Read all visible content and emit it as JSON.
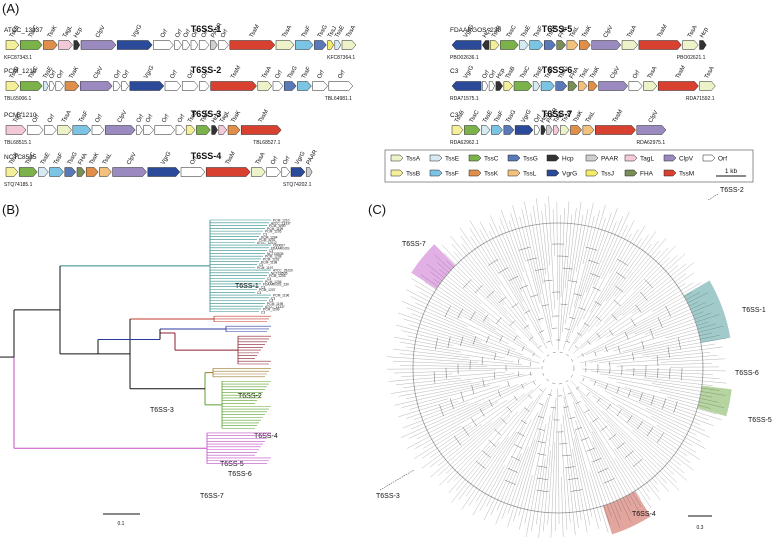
{
  "panels": {
    "a": "(A)",
    "b": "(B)",
    "c": "(C)"
  },
  "colors": {
    "TssA": "#eef2c9",
    "TssB": "#f4f09a",
    "TssC": "#7bb24a",
    "TssE": "#d6eaf4",
    "TssF": "#7cc4e4",
    "TssG": "#5a79b8",
    "TssK": "#e08f4a",
    "TssL": "#f2c17e",
    "TssM": "#d8412f",
    "Hcp": "#333333",
    "VgrG": "#2c4a9a",
    "PAAR": "#cfcfcf",
    "TssJ": "#f4ec6a",
    "TagL": "#f3c9d9",
    "FHA": "#7a8f58",
    "ClpV": "#9a8ac0",
    "Orf": "#ffffff",
    "T1": "#2e8b8b",
    "T2": "#c0392b",
    "T3": "#2b3aa0",
    "T4": "#8b1f2f",
    "T5": "#9a7a2a",
    "T6": "#5aa02c",
    "T7": "#c24fc8",
    "root": "#111111"
  },
  "clusters": [
    {
      "title": "T6SS-1",
      "strain": "ATCC_13337",
      "acc_left": "KFC87343.1",
      "acc_right": "KFC87364.1",
      "genes": [
        {
          "n": "TssB",
          "t": "TssB",
          "w": 13,
          "d": "r"
        },
        {
          "n": "TssC",
          "t": "TssC",
          "w": 22,
          "d": "r"
        },
        {
          "n": "TssK",
          "t": "TssK",
          "w": 14,
          "d": "r"
        },
        {
          "n": "TagL",
          "t": "TagL",
          "w": 14,
          "d": "r"
        },
        {
          "n": "Hcp",
          "t": "Hcp",
          "w": 6,
          "d": "r"
        },
        {
          "n": "ClpV",
          "t": "ClpV",
          "w": 35,
          "d": "r"
        },
        {
          "n": "VgrG",
          "t": "VgrG",
          "w": 35,
          "d": "r"
        },
        {
          "n": "Orf",
          "t": "Orf",
          "w": 20,
          "d": "r"
        },
        {
          "n": "Orf",
          "t": "Orf",
          "w": 7,
          "d": "r"
        },
        {
          "n": "Orf",
          "t": "Orf",
          "w": 7,
          "d": "r"
        },
        {
          "n": "Orf",
          "t": "Orf",
          "w": 7,
          "d": "r"
        },
        {
          "n": "Orf",
          "t": "Orf",
          "w": 10,
          "d": "r"
        },
        {
          "n": "PAAR",
          "t": "PAAR",
          "w": 7,
          "d": "r"
        },
        {
          "n": "Orf",
          "t": "Orf",
          "w": 10,
          "d": "r"
        },
        {
          "n": "TssM",
          "t": "TssM",
          "w": 45,
          "d": "r"
        },
        {
          "n": "TssA",
          "t": "TssA",
          "w": 18,
          "d": "r"
        },
        {
          "n": "TssF",
          "t": "TssF",
          "w": 18,
          "d": "r"
        },
        {
          "n": "TssG",
          "t": "TssG",
          "w": 12,
          "d": "r"
        },
        {
          "n": "TssJ",
          "t": "TssJ",
          "w": 6,
          "d": "r"
        },
        {
          "n": "TssE",
          "t": "TssE",
          "w": 6,
          "d": "r"
        },
        {
          "n": "TssA",
          "t": "TssA",
          "w": 14,
          "d": "r"
        }
      ]
    },
    {
      "title": "T6SS-2",
      "strain": "PCM_1210",
      "acc_left": "TBL65006.1",
      "acc_right": "TBL64981.1",
      "genes": [
        {
          "n": "TssB",
          "t": "TssB",
          "w": 13,
          "d": "r"
        },
        {
          "n": "TssC",
          "t": "TssC",
          "w": 22,
          "d": "r"
        },
        {
          "n": "TssE",
          "t": "TssE",
          "w": 5,
          "d": "r"
        },
        {
          "n": "Orf",
          "t": "Orf",
          "w": 5,
          "d": "r"
        },
        {
          "n": "Orf",
          "t": "Orf",
          "w": 8,
          "d": "r"
        },
        {
          "n": "TssK",
          "t": "TssK",
          "w": 14,
          "d": "r"
        },
        {
          "n": "ClpV",
          "t": "ClpV",
          "w": 32,
          "d": "r"
        },
        {
          "n": "Orf",
          "t": "Orf",
          "w": 7,
          "d": "r"
        },
        {
          "n": "Orf",
          "t": "Orf",
          "w": 7,
          "d": "r"
        },
        {
          "n": "VgrG",
          "t": "VgrG",
          "w": 34,
          "d": "r"
        },
        {
          "n": "Orf",
          "t": "Orf",
          "w": 16,
          "d": "r"
        },
        {
          "n": "Orf",
          "t": "Orf",
          "w": 16,
          "d": "r"
        },
        {
          "n": "Orf",
          "t": "Orf",
          "w": 10,
          "d": "r"
        },
        {
          "n": "TssM",
          "t": "TssM",
          "w": 46,
          "d": "r"
        },
        {
          "n": "TssA",
          "t": "TssA",
          "w": 14,
          "d": "r"
        },
        {
          "n": "Orf",
          "t": "Orf",
          "w": 10,
          "d": "r"
        },
        {
          "n": "TssG",
          "t": "TssG",
          "w": 12,
          "d": "r"
        },
        {
          "n": "TssF",
          "t": "TssF",
          "w": 14,
          "d": "r"
        },
        {
          "n": "Orf",
          "t": "Orf",
          "w": 15,
          "d": "r"
        },
        {
          "n": "Orf",
          "t": "Orf",
          "w": 24,
          "d": "r"
        }
      ]
    },
    {
      "title": "T6SS-3",
      "strain": "PCM_1210",
      "acc_left": "TBL68515.1",
      "acc_right": "TBL68527.1",
      "genes": [
        {
          "n": "TagL",
          "t": "TagL",
          "w": 20,
          "d": "r"
        },
        {
          "n": "Orf",
          "t": "Orf",
          "w": 16,
          "d": "r"
        },
        {
          "n": "Orf",
          "t": "Orf",
          "w": 12,
          "d": "r"
        },
        {
          "n": "TssA",
          "t": "TssA",
          "w": 14,
          "d": "r"
        },
        {
          "n": "TssF",
          "t": "TssF",
          "w": 18,
          "d": "r"
        },
        {
          "n": "Orf",
          "t": "Orf",
          "w": 12,
          "d": "r"
        },
        {
          "n": "ClpV",
          "t": "ClpV",
          "w": 30,
          "d": "r"
        },
        {
          "n": "Orf",
          "t": "Orf",
          "w": 6,
          "d": "r"
        },
        {
          "n": "Orf",
          "t": "Orf",
          "w": 10,
          "d": "r"
        },
        {
          "n": "Orf",
          "t": "Orf",
          "w": 20,
          "d": "r"
        },
        {
          "n": "Orf",
          "t": "Orf",
          "w": 9,
          "d": "r"
        },
        {
          "n": "TssB",
          "t": "TssB",
          "w": 9,
          "d": "r"
        },
        {
          "n": "TssC",
          "t": "TssC",
          "w": 14,
          "d": "r"
        },
        {
          "n": "Hcp",
          "t": "Hcp",
          "w": 6,
          "d": "r"
        },
        {
          "n": "TagL",
          "t": "TagL",
          "w": 8,
          "d": "r"
        },
        {
          "n": "TssK",
          "t": "TssK",
          "w": 12,
          "d": "r"
        },
        {
          "n": "TssM",
          "t": "TssM",
          "w": 40,
          "d": "r"
        }
      ]
    },
    {
      "title": "T6SS-4",
      "strain": "NCTC8535",
      "acc_left": "STQ74185.1",
      "acc_right": "STQ74202.1",
      "genes": [
        {
          "n": "TssB",
          "t": "TssB",
          "w": 12,
          "d": "r"
        },
        {
          "n": "TssC",
          "t": "TssC",
          "w": 18,
          "d": "r"
        },
        {
          "n": "TssE",
          "t": "TssE",
          "w": 10,
          "d": "r"
        },
        {
          "n": "TssF",
          "t": "TssF",
          "w": 14,
          "d": "r"
        },
        {
          "n": "TssG",
          "t": "TssG",
          "w": 11,
          "d": "r"
        },
        {
          "n": "FHA",
          "t": "FHA",
          "w": 8,
          "d": "r"
        },
        {
          "n": "TssK",
          "t": "TssK",
          "w": 12,
          "d": "r"
        },
        {
          "n": "TssL",
          "t": "TssL",
          "w": 12,
          "d": "r"
        },
        {
          "n": "ClpV",
          "t": "ClpV",
          "w": 34,
          "d": "r"
        },
        {
          "n": "VgrG",
          "t": "VgrG",
          "w": 32,
          "d": "r"
        },
        {
          "n": "Orf",
          "t": "Orf",
          "w": 24,
          "d": "r"
        },
        {
          "n": "TssM",
          "t": "TssM",
          "w": 44,
          "d": "r"
        },
        {
          "n": "TssA",
          "t": "TssA",
          "w": 14,
          "d": "r"
        },
        {
          "n": "Orf",
          "t": "Orf",
          "w": 14,
          "d": "r"
        },
        {
          "n": "Orf",
          "t": "Orf",
          "w": 8,
          "d": "r"
        },
        {
          "n": "VgrG",
          "t": "VgrG",
          "w": 14,
          "d": "r"
        },
        {
          "n": "PAAR",
          "t": "PAAR",
          "w": 6,
          "d": "r"
        }
      ]
    },
    {
      "title": "T6SS-5",
      "strain": "FDAARGOS_230",
      "acc_left": "PBO02636.1",
      "acc_right": "PBO02621.1",
      "genes": [
        {
          "n": "VgrG",
          "t": "VgrG",
          "w": 26,
          "d": "l"
        },
        {
          "n": "Hcp",
          "t": "Hcp",
          "w": 6,
          "d": "l"
        },
        {
          "n": "TssB",
          "t": "TssB",
          "w": 8,
          "d": "r"
        },
        {
          "n": "TssC",
          "t": "TssC",
          "w": 16,
          "d": "r"
        },
        {
          "n": "TssE",
          "t": "TssE",
          "w": 8,
          "d": "r"
        },
        {
          "n": "TssF",
          "t": "TssF",
          "w": 12,
          "d": "r"
        },
        {
          "n": "TssG",
          "t": "TssG",
          "w": 10,
          "d": "r"
        },
        {
          "n": "FHA",
          "t": "FHA",
          "w": 8,
          "d": "r"
        },
        {
          "n": "TssL",
          "t": "TssL",
          "w": 10,
          "d": "r"
        },
        {
          "n": "TssK",
          "t": "TssK",
          "w": 10,
          "d": "r"
        },
        {
          "n": "ClpV",
          "t": "ClpV",
          "w": 26,
          "d": "r"
        },
        {
          "n": "TssA",
          "t": "TssA",
          "w": 14,
          "d": "r"
        },
        {
          "n": "TssM",
          "t": "TssM",
          "w": 38,
          "d": "r"
        },
        {
          "n": "TssA",
          "t": "TssA",
          "w": 14,
          "d": "r"
        },
        {
          "n": "Hcp",
          "t": "Hcp",
          "w": 6,
          "d": "r"
        }
      ]
    },
    {
      "title": "T6SS-6",
      "strain": "C3",
      "acc_left": "RDA71575.1",
      "acc_right": "RDA71592.1",
      "genes": [
        {
          "n": "VgrG",
          "t": "VgrG",
          "w": 26,
          "d": "l"
        },
        {
          "n": "Orf",
          "t": "Orf",
          "w": 5,
          "d": "r"
        },
        {
          "n": "Orf",
          "t": "Orf",
          "w": 5,
          "d": "r"
        },
        {
          "n": "Hcp",
          "t": "Hcp",
          "w": 6,
          "d": "r"
        },
        {
          "n": "TssB",
          "t": "TssB",
          "w": 8,
          "d": "r"
        },
        {
          "n": "TssC",
          "t": "TssC",
          "w": 16,
          "d": "r"
        },
        {
          "n": "TssE",
          "t": "TssE",
          "w": 6,
          "d": "r"
        },
        {
          "n": "TssF",
          "t": "TssF",
          "w": 12,
          "d": "r"
        },
        {
          "n": "TssG",
          "t": "TssG",
          "w": 10,
          "d": "r"
        },
        {
          "n": "FHA",
          "t": "FHA",
          "w": 8,
          "d": "r"
        },
        {
          "n": "TssL",
          "t": "TssL",
          "w": 8,
          "d": "r"
        },
        {
          "n": "TssK",
          "t": "TssK",
          "w": 8,
          "d": "r"
        },
        {
          "n": "ClpV",
          "t": "ClpV",
          "w": 26,
          "d": "r"
        },
        {
          "n": "Orf",
          "t": "Orf",
          "w": 12,
          "d": "r"
        },
        {
          "n": "TssA",
          "t": "TssA",
          "w": 12,
          "d": "r"
        },
        {
          "n": "TssM",
          "t": "TssM",
          "w": 36,
          "d": "r"
        },
        {
          "n": "TssA",
          "t": "TssA",
          "w": 14,
          "d": "r"
        }
      ]
    },
    {
      "title": "T6SS-7",
      "strain": "C3",
      "acc_left": "RDA62962.1",
      "acc_right": "RDA62975.1",
      "genes": [
        {
          "n": "TssB",
          "t": "TssB",
          "w": 10,
          "d": "r"
        },
        {
          "n": "TssC",
          "t": "TssC",
          "w": 14,
          "d": "r"
        },
        {
          "n": "TssE",
          "t": "TssE",
          "w": 8,
          "d": "r"
        },
        {
          "n": "TssF",
          "t": "TssF",
          "w": 10,
          "d": "r"
        },
        {
          "n": "TssG",
          "t": "TssG",
          "w": 9,
          "d": "r"
        },
        {
          "n": "VgrG",
          "t": "VgrG",
          "w": 16,
          "d": "r"
        },
        {
          "n": "Orf",
          "t": "Orf",
          "w": 5,
          "d": "r"
        },
        {
          "n": "Hcp",
          "t": "Hcp",
          "w": 4,
          "d": "r"
        },
        {
          "n": "PAAR",
          "t": "PAAR",
          "w": 5,
          "d": "r"
        },
        {
          "n": "TagL",
          "t": "TagL",
          "w": 5,
          "d": "r"
        },
        {
          "n": "TssA",
          "t": "TssA",
          "w": 8,
          "d": "r"
        },
        {
          "n": "TssK",
          "t": "TssK",
          "w": 10,
          "d": "r"
        },
        {
          "n": "TssL",
          "t": "TssL",
          "w": 10,
          "d": "r"
        },
        {
          "n": "TssM",
          "t": "TssM",
          "w": 36,
          "d": "r"
        },
        {
          "n": "ClpV",
          "t": "ClpV",
          "w": 26,
          "d": "r"
        }
      ]
    }
  ],
  "legend": [
    {
      "label": "TssA",
      "key": "TssA"
    },
    {
      "label": "TssE",
      "key": "TssE"
    },
    {
      "label": "TssC",
      "key": "TssC"
    },
    {
      "label": "TssG",
      "key": "TssG"
    },
    {
      "label": "Hcp",
      "key": "Hcp"
    },
    {
      "label": "PAAR",
      "key": "PAAR"
    },
    {
      "label": "TagL",
      "key": "TagL"
    },
    {
      "label": "ClpV",
      "key": "ClpV"
    },
    {
      "label": "Orf",
      "key": "Orf"
    },
    {
      "label": "TssB",
      "key": "TssB"
    },
    {
      "label": "TssF",
      "key": "TssF"
    },
    {
      "label": "TssK",
      "key": "TssK"
    },
    {
      "label": "TssL",
      "key": "TssL"
    },
    {
      "label": "VgrG",
      "key": "VgrG"
    },
    {
      "label": "TssJ",
      "key": "TssJ"
    },
    {
      "label": "FHA",
      "key": "FHA"
    },
    {
      "label": "TssM",
      "key": "TssM"
    }
  ],
  "legend_scale": "1 kb",
  "tree_b": {
    "clades": [
      {
        "label": "T6SS-1",
        "key": "T1",
        "leaves": 34
      },
      {
        "label": "T6SS-2",
        "key": "T2",
        "leaves": 3
      },
      {
        "label": "T6SS-3",
        "key": "T3",
        "leaves": 3
      },
      {
        "label": "T6SS-4",
        "key": "T4",
        "leaves": 11
      },
      {
        "label": "T6SS-5",
        "key": "T5",
        "leaves": 4
      },
      {
        "label": "T6SS-6",
        "key": "T6",
        "leaves": 18
      },
      {
        "label": "T6SS-7",
        "key": "T7",
        "leaves": 12
      }
    ],
    "leaf_names": [
      "PCM_1210",
      "ATCC_13337",
      "PCM_1200",
      "PCM_1199",
      "PCM_1205",
      "C3",
      "PCM_1204",
      "PCM_1201",
      "ATCC_12012",
      "CB0067",
      "FDAARGOS",
      "C3",
      "NCTC8535",
      "PCM_1208",
      "PCM_1202",
      "PCM_1198",
      "C3",
      "PCM_1197",
      "ATCC_29220",
      "NCTC8535",
      "PCM_1203",
      "C3",
      "PCM_1206",
      "FDAARGOS_230",
      "C3",
      "PCM_1207",
      "C3",
      "PCM_1196",
      "C3",
      "C3",
      "PCM_1195",
      "ATCC_13337",
      "PCM_1209",
      "C3"
    ],
    "scale": "0.1"
  },
  "tree_c": {
    "clades": [
      {
        "label": "T6SS-1",
        "key": "T1"
      },
      {
        "label": "T6SS-2",
        "key": "T2"
      },
      {
        "label": "T6SS-3",
        "key": "T3"
      },
      {
        "label": "T6SS-4",
        "key": "T4"
      },
      {
        "label": "T6SS-5",
        "key": "T5"
      },
      {
        "label": "T6SS-6",
        "key": "T6"
      },
      {
        "label": "T6SS-7",
        "key": "T7"
      }
    ],
    "scale": "0.3"
  }
}
